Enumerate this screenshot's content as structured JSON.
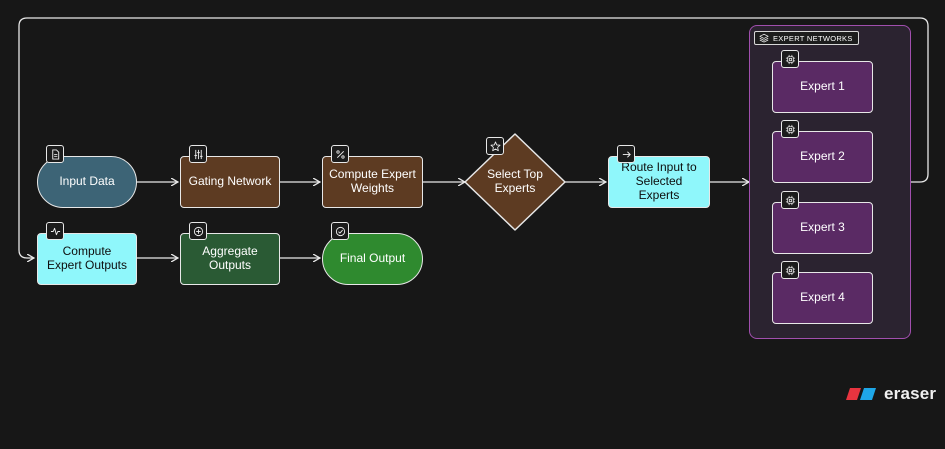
{
  "nodes": {
    "input_data": "Input Data",
    "gating_network": "Gating Network",
    "compute_weights": "Compute Expert Weights",
    "select_top": "Select Top Experts",
    "route_input": "Route Input to Selected Experts",
    "compute_outputs": "Compute Expert Outputs",
    "aggregate_outputs": "Aggregate Outputs",
    "final_output": "Final Output"
  },
  "group": {
    "label": "EXPERT NETWORKS",
    "experts": [
      "Expert 1",
      "Expert 2",
      "Expert 3",
      "Expert 4"
    ]
  },
  "icons": {
    "input_data": "file-icon",
    "gating_network": "sliders-icon",
    "compute_weights": "percent-icon",
    "select_top": "star-icon",
    "route_input": "arrow-right-icon",
    "compute_outputs": "activity-icon",
    "aggregate_outputs": "plus-circle-icon",
    "final_output": "check-circle-icon",
    "expert": "cpu-icon",
    "group": "layers-icon"
  },
  "colors": {
    "background": "#171717",
    "brown": "#5d3b22",
    "teal": "#3d6476",
    "cyan": "#8ff7fb",
    "dark_green": "#2a5a34",
    "bright_green": "#2f8a2f",
    "purple": "#5a2a64",
    "group_border": "#a14fae"
  },
  "brand": {
    "name": "eraser"
  }
}
